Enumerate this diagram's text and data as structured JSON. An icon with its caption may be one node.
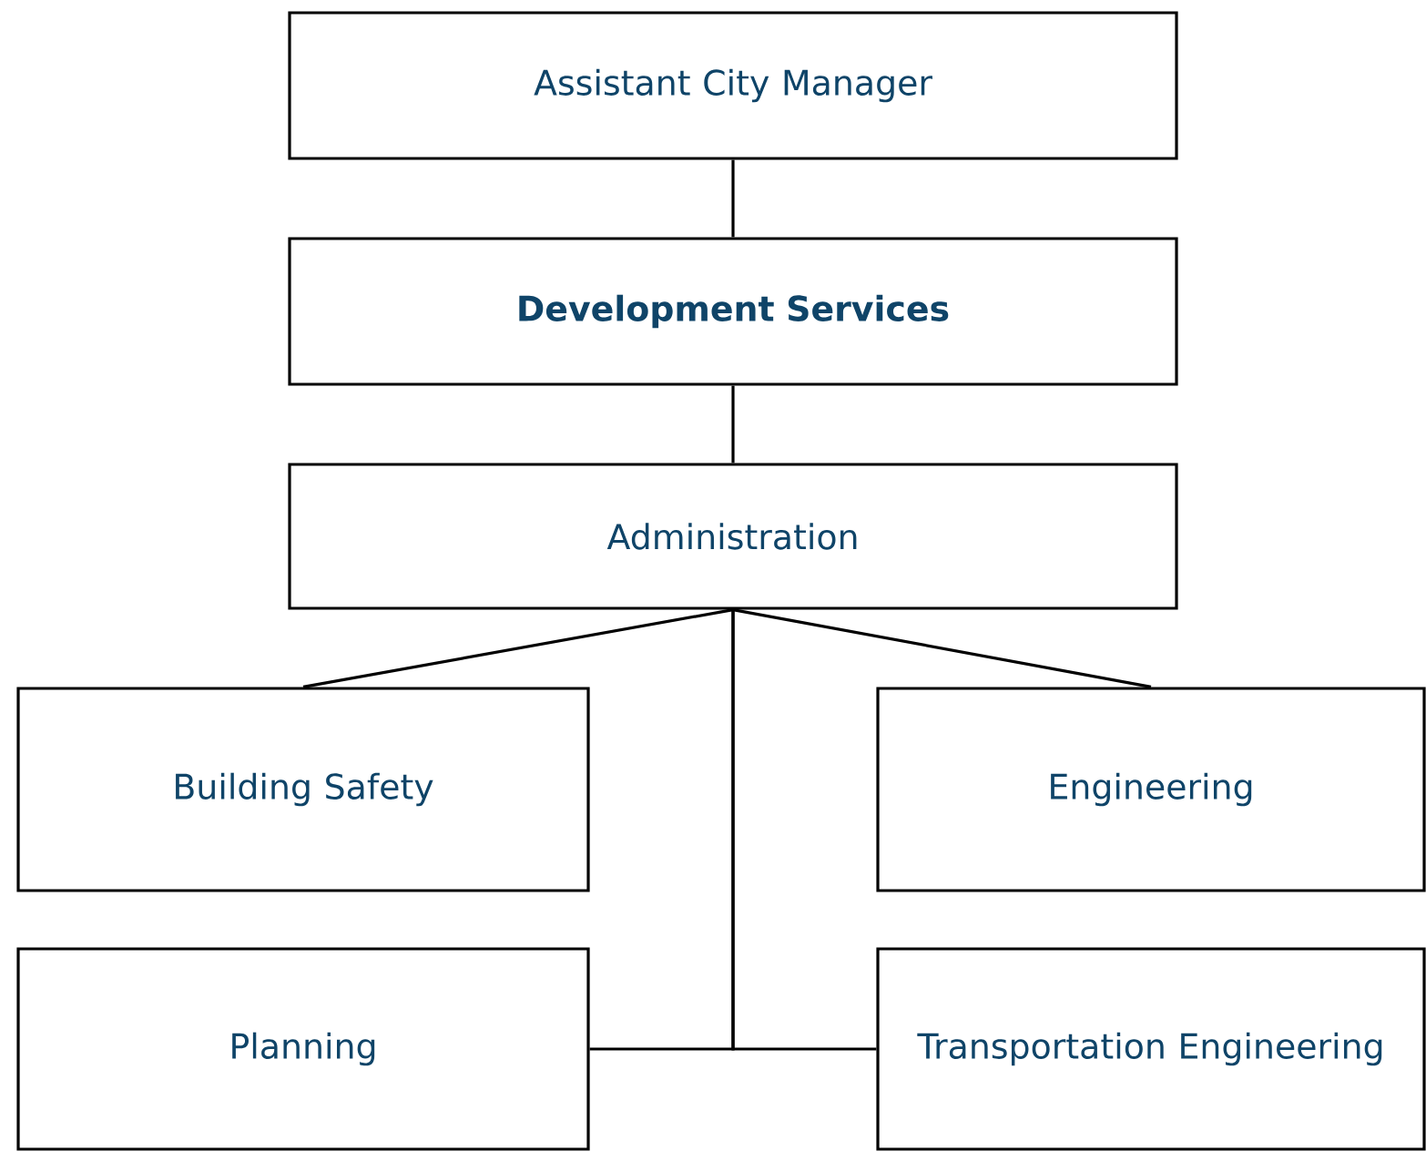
{
  "diagram": {
    "nodes": [
      {
        "text": [
          "Assistant City Manager"
        ]
      },
      {
        "text": [
          "Development Services"
        ]
      },
      {
        "text": [
          "Administration"
        ]
      },
      {
        "text": [
          "Building Safety"
        ]
      },
      {
        "text": [
          "Engineering"
        ]
      },
      {
        "text": [
          "Planning"
        ]
      },
      {
        "text": [
          "Transportation Engineering"
        ]
      }
    ],
    "edges": [
      {
        "from": 0,
        "to": 1,
        "arrow": "none"
      },
      {
        "from": 1,
        "to": 2,
        "arrow": "none"
      },
      {
        "from": 2,
        "to": 3,
        "arrow": "none"
      },
      {
        "from": 2,
        "to": 4,
        "arrow": "none"
      },
      {
        "from": 2,
        "to": 5,
        "arrow": "none"
      },
      {
        "from": 2,
        "to": 6,
        "arrow": "none"
      }
    ]
  }
}
